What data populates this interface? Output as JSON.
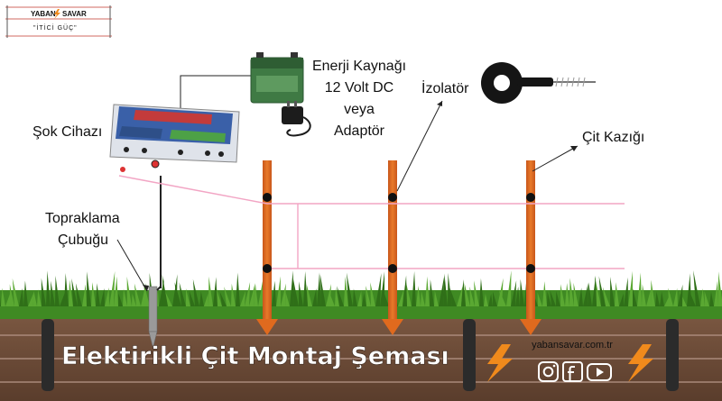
{
  "brand": {
    "name_left": "YABAN",
    "name_right": "SAVAR",
    "tagline": "\"İTİCİ GÜÇ\""
  },
  "labels": {
    "energy_source": [
      "Enerji Kaynağı",
      "12 Volt DC",
      "veya",
      "Adaptör"
    ],
    "insulator": "İzolatör",
    "shock_device": "Şok Cihazı",
    "fence_post": "Çit Kazığı",
    "ground_rod": [
      "Topraklama",
      "Çubuğu"
    ]
  },
  "banner": {
    "title": "Elektirikli Çit Montaj Şeması",
    "website": "yabansavar.com.tr"
  },
  "social": [
    "instagram-icon",
    "facebook-icon",
    "youtube-icon"
  ],
  "colors": {
    "post": "#dd6a1e",
    "wire": "#f2a5c4",
    "grass": "#4f9a2c",
    "soil": "#6b4a35",
    "banner_line": "#a9897b",
    "lightning": "#f08a1c",
    "device_panel": "#3a60a8",
    "battery": "#3f7a44"
  }
}
